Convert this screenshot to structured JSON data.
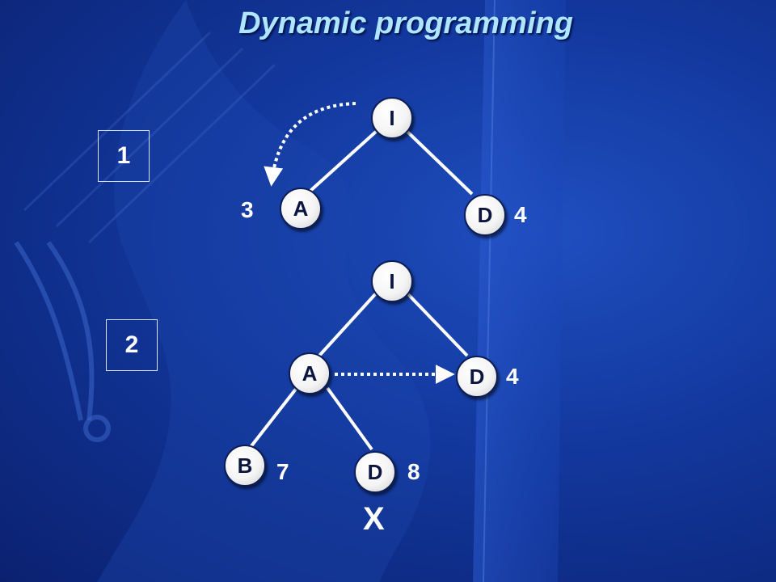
{
  "slide": {
    "title": "Dynamic programming",
    "steps": [
      "1",
      "2"
    ],
    "tree1": {
      "root": "I",
      "left": "A",
      "right": "D",
      "left_cost": "3",
      "right_cost": "4"
    },
    "tree2": {
      "root": "I",
      "left": "A",
      "right": "D",
      "right_cost": "4",
      "left_left": "B",
      "left_left_cost": "7",
      "left_right": "D",
      "left_right_cost": "8",
      "pruned_mark": "X"
    }
  }
}
